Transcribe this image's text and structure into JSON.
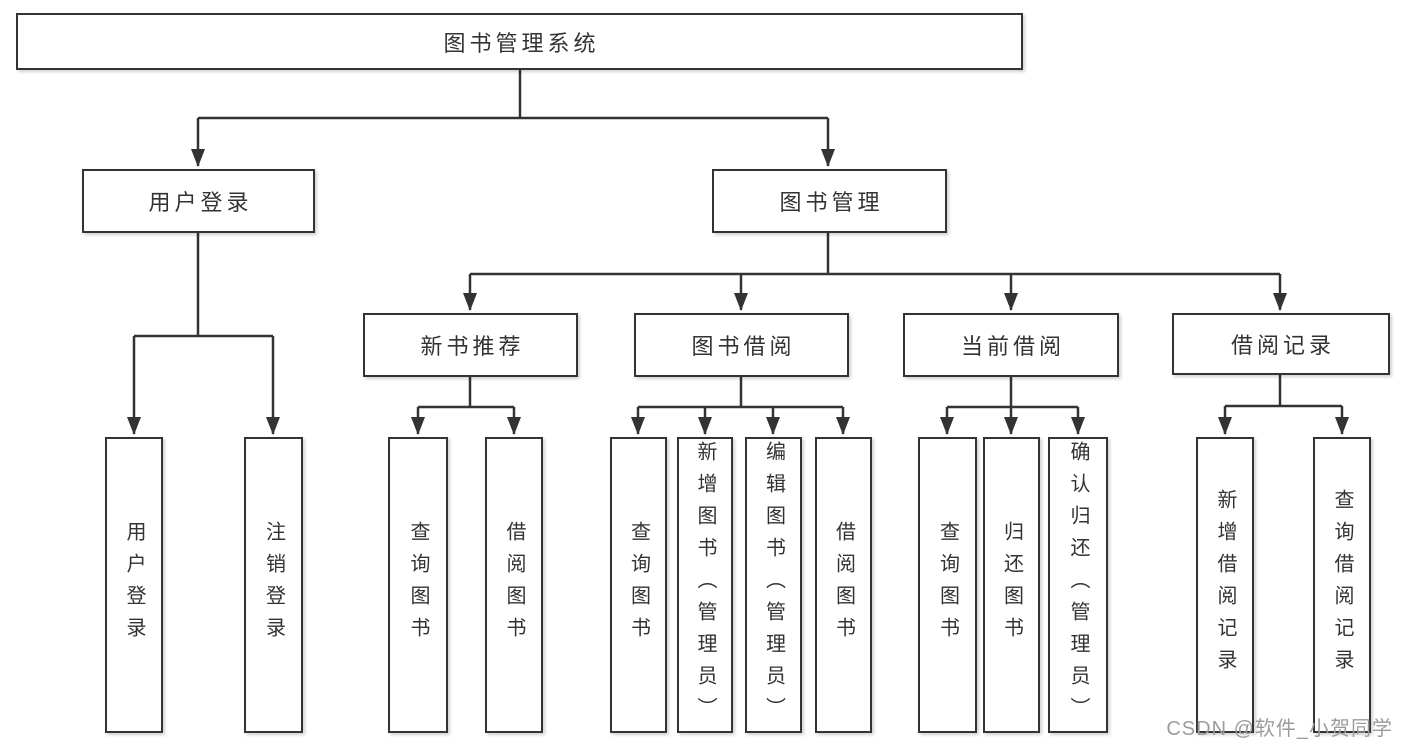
{
  "diagram": {
    "root_label": "图书管理系统",
    "user_login": {
      "label": "用户登录",
      "children": {
        "login": "用户登录",
        "logout": "注销登录"
      }
    },
    "book_mgmt": {
      "label": "图书管理",
      "new_book": {
        "label": "新书推荐",
        "children": {
          "query": "查询图书",
          "borrow": "借阅图书"
        }
      },
      "book_borrow": {
        "label": "图书借阅",
        "children": {
          "query": "查询图书",
          "add": "新增图书（管理员）",
          "edit": "编辑图书（管理员）",
          "borrow": "借阅图书"
        }
      },
      "current_borrow": {
        "label": "当前借阅",
        "children": {
          "query": "查询图书",
          "return": "归还图书",
          "confirm": "确认归还（管理员）"
        }
      },
      "borrow_record": {
        "label": "借阅记录",
        "children": {
          "add": "新增借阅记录",
          "query": "查询借阅记录"
        }
      }
    },
    "watermark": "CSDN @软件_小贺同学",
    "colors": {
      "line": "#333333",
      "text": "#333333",
      "watermark": "#9c9c9c",
      "background": "#ffffff"
    }
  }
}
